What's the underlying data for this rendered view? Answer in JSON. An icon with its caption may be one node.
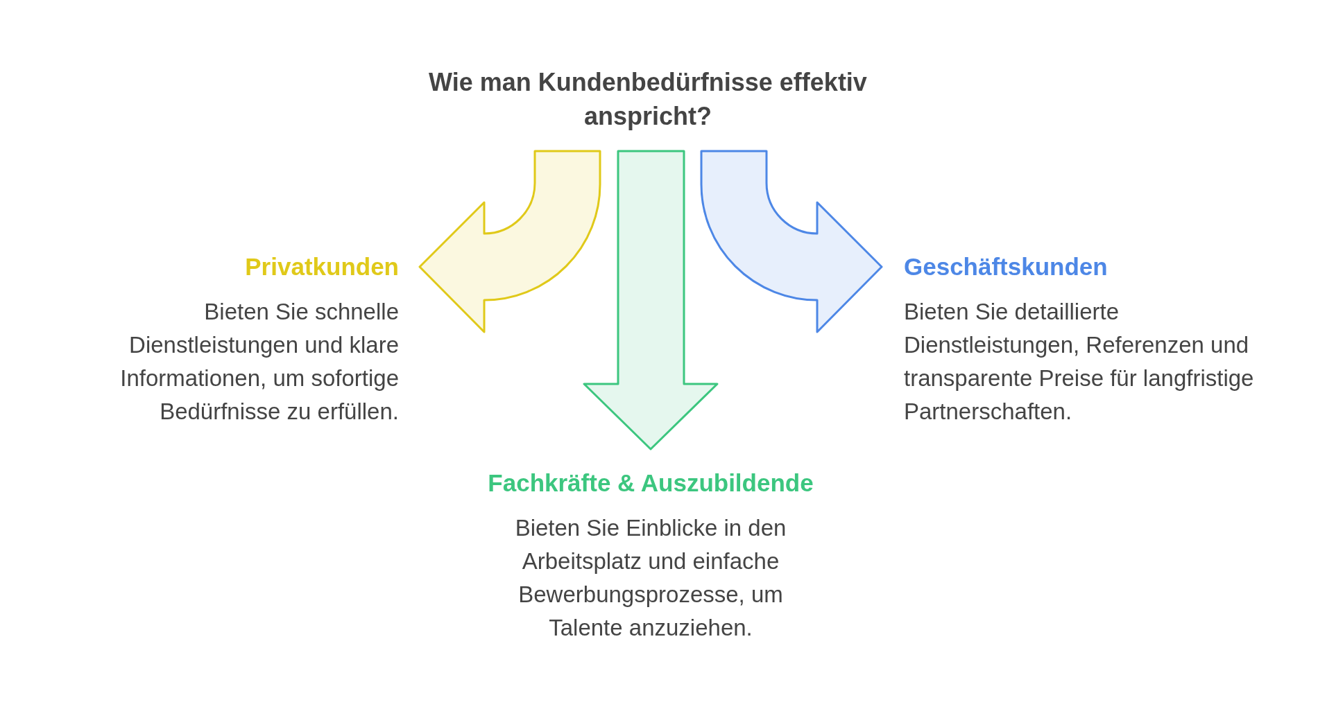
{
  "diagram": {
    "title": "Wie man Kundenbedürfnisse effektiv anspricht?",
    "nodes": [
      {
        "text": [
          "Privatkunden",
          "Bieten Sie schnelle Dienstleistungen und klare Informationen, um sofortige Bedürfnisse zu erfüllen."
        ]
      },
      {
        "text": [
          "Fachkräfte & Auszubildende",
          "Bieten Sie Einblicke in den Arbeitsplatz und einfache Bewerbungsprozesse, um Talente anzuziehen."
        ]
      },
      {
        "text": [
          "Geschäftskunden",
          "Bieten Sie detaillierte Dienstleistungen, Referenzen und transparente Preise für langfristige Partnerschaften."
        ]
      }
    ],
    "edges": [
      {
        "from": null,
        "to": 0,
        "arrow": "to",
        "color": "#e0c919"
      },
      {
        "from": null,
        "to": 1,
        "arrow": "to",
        "color": "#3cc67f"
      },
      {
        "from": null,
        "to": 2,
        "arrow": "to",
        "color": "#4d87e6"
      }
    ]
  }
}
